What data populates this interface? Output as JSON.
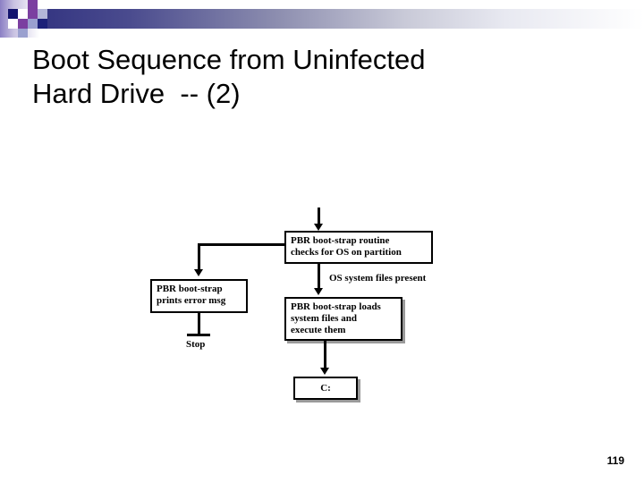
{
  "slide": {
    "title_line1": "Boot Sequence from Uninfected",
    "title_line2": "Hard Drive  -- (2)",
    "page_number": "119",
    "accent_dark": "#2e2f7e",
    "accent_purple": "#7b3fa0",
    "accent_navy": "#14146e",
    "accent_lavender": "#9aa0cf"
  },
  "flowchart": {
    "type": "flowchart",
    "boxes": [
      {
        "id": "pbr-check",
        "lines": [
          "PBR boot-strap routine",
          "checks for OS on partition"
        ]
      },
      {
        "id": "pbr-error",
        "lines": [
          "PBR boot-strap",
          "prints error msg"
        ]
      },
      {
        "id": "pbr-loads",
        "lines": [
          "PBR boot-strap loads",
          "system files and",
          "execute them"
        ]
      },
      {
        "id": "drive-c",
        "lines": [
          "C:"
        ]
      }
    ],
    "labels": [
      {
        "id": "os-present",
        "text": "OS system files present"
      },
      {
        "id": "stop",
        "text": "Stop"
      }
    ]
  }
}
